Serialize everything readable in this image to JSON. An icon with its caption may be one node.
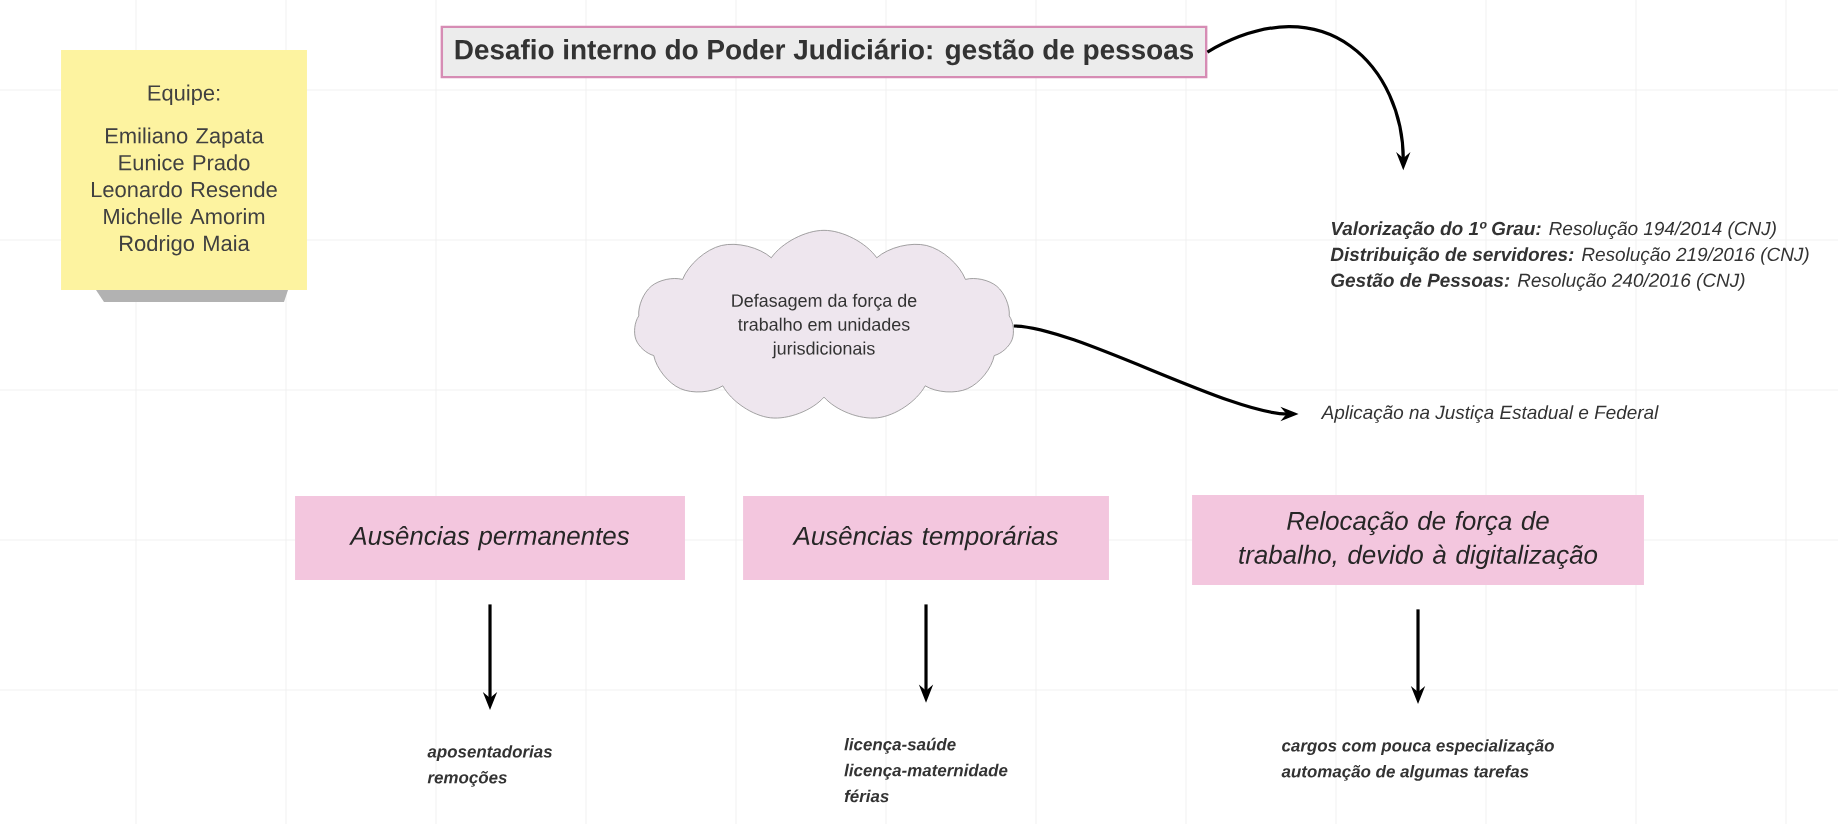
{
  "diagram": {
    "nodes": [
      {
        "text": [
          "Equipe:",
          "Emiliano Zapata",
          "Eunice Prado",
          "Leonardo Resende",
          "Michelle Amorim",
          "Rodrigo Maia"
        ]
      },
      {
        "text": [
          "Desafio interno do Poder Judiciário: gestão de pessoas"
        ]
      },
      {
        "text": [
          "**Valorização do 1º Grau:** Resolução 194/2014 (CNJ)",
          "**Distribuição de servidores:** Resolução 219/2016 (CNJ)",
          "**Gestão de Pessoas:** Resolução 240/2016 (CNJ)"
        ]
      },
      {
        "text": [
          "Defasagem da força de trabalho em unidades jurisdicionais"
        ]
      },
      {
        "text": [
          "Aplicação na Justiça Estadual e Federal"
        ]
      },
      {
        "text": [
          "Ausências permanentes"
        ]
      },
      {
        "text": [
          "Ausências temporárias"
        ]
      },
      {
        "text": [
          "Relocação de força de trabalho, devido à digitalização"
        ]
      },
      {
        "text": [
          "aposentadorias",
          "remoções"
        ]
      },
      {
        "text": [
          "licença-saúde",
          "licença-maternidade",
          "férias"
        ]
      },
      {
        "text": [
          "cargos com pouca especialização",
          "automação de algumas tarefas"
        ]
      }
    ],
    "edges": [
      {
        "from": 1,
        "to": 2,
        "arrow": "to"
      },
      {
        "from": 3,
        "to": 4,
        "arrow": "to"
      },
      {
        "from": 5,
        "to": 8,
        "arrow": "to"
      },
      {
        "from": 6,
        "to": 9,
        "arrow": "to"
      },
      {
        "from": 7,
        "to": 10,
        "arrow": "to"
      }
    ]
  }
}
